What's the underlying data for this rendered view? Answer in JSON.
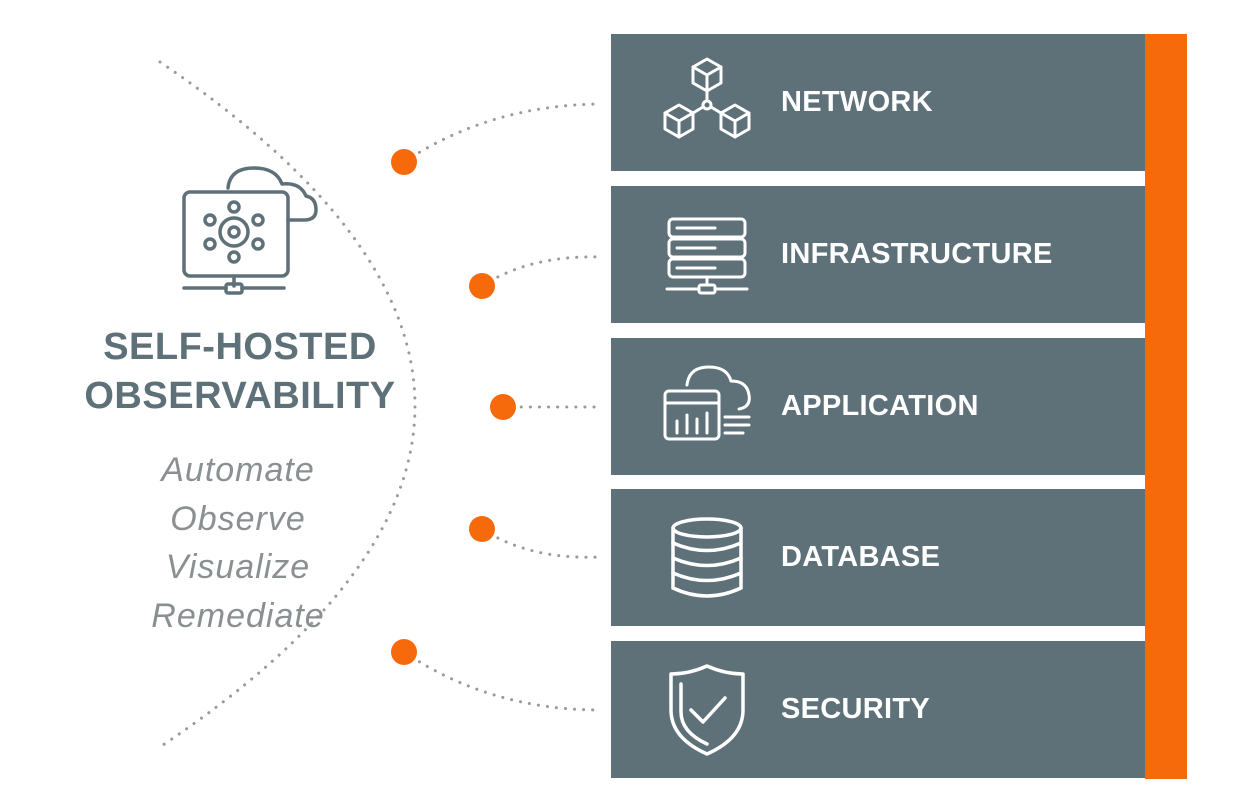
{
  "hub": {
    "title_line1": "SELF-HOSTED",
    "title_line2": "OBSERVABILITY",
    "verbs": [
      "Automate",
      "Observe",
      "Visualize",
      "Remediate"
    ],
    "icon": "monitor-cloud-icon"
  },
  "layers": [
    {
      "label": "NETWORK",
      "icon": "network-cubes-icon"
    },
    {
      "label": "INFRASTRUCTURE",
      "icon": "server-rack-icon"
    },
    {
      "label": "APPLICATION",
      "icon": "app-cloud-icon"
    },
    {
      "label": "DATABASE",
      "icon": "database-icon"
    },
    {
      "label": "SECURITY",
      "icon": "shield-check-icon"
    }
  ],
  "colors": {
    "panel": "#5e7178",
    "accent": "#f76a0c",
    "title": "#5e7178",
    "verbs": "#8a8f91",
    "dots": "#9a9a9a"
  }
}
